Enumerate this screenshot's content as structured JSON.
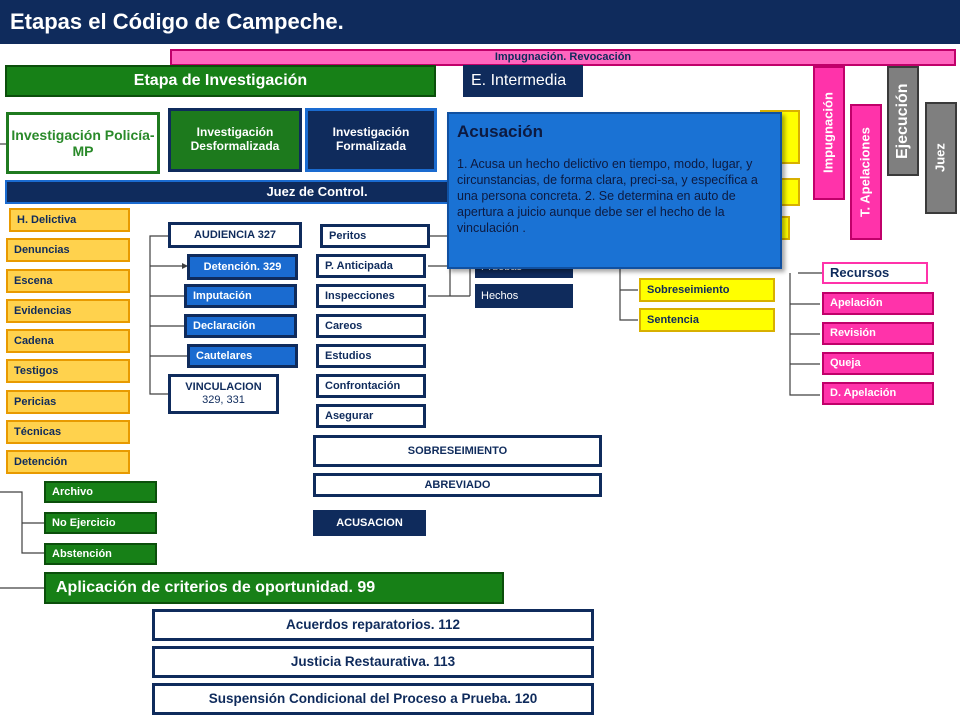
{
  "title": "Etapas el Código de Campeche.",
  "top_pink_bar": "Impugnación. Revocación",
  "stages": {
    "investigacion": "Etapa de Investigación",
    "intermedia": "E. Intermedia"
  },
  "investigation_boxes": {
    "policia": "Investigación Policía-MP",
    "desformalizada": "Investigación Desformalizada",
    "formalizada": "Investigación Formalizada"
  },
  "juez_control": "Juez de Control.",
  "left_column": [
    "H. Delictiva",
    "Denuncias",
    "Escena",
    "Evidencias",
    "Cadena",
    "Testigos",
    "Pericias",
    "Técnicas",
    "Detención"
  ],
  "audiencia": {
    "audiencia": "AUDIENCIA 327",
    "detencion": "Detención. 329",
    "imputacion": "Imputación",
    "declaracion": "Declaración",
    "cautelares": "Cautelares",
    "vinculacion_title": "VINCULACION",
    "vinculacion_arts": "329, 331"
  },
  "diligencias": [
    "Peritos",
    "P. Anticipada",
    "Inspecciones",
    "Careos",
    "Estudios",
    "Confrontación",
    "Asegurar"
  ],
  "outcomes": {
    "sobreseimiento": "SOBRESEIMIENTO",
    "abreviado": "ABREVIADO",
    "acusacion": "ACUSACION"
  },
  "intermedia_items": {
    "pruebas": "Pruebas",
    "hechos": "Hechos"
  },
  "juicio_items": {
    "sobreseimiento": "Sobreseimiento",
    "sentencia": "Sentencia"
  },
  "archivo_items": [
    "Archivo",
    "No Ejercicio",
    "Abstención"
  ],
  "criterios": "Aplicación de criterios de oportunidad. 99",
  "alternativas": [
    "Acuerdos reparatorios. 112",
    "Justicia Restaurativa. 113",
    "Suspensión Condicional del Proceso a Prueba. 120"
  ],
  "recursos": {
    "title": "Recursos",
    "items": [
      "Apelación",
      "Revisión",
      "Queja",
      "D. Apelación"
    ]
  },
  "vertical_labels": {
    "impugnacion": "Impugnación",
    "apelaciones": "T. Apelaciones",
    "ejecucion": "Ejecución",
    "juez": "Juez"
  },
  "popup": {
    "title": "Acusación",
    "text": "1. Acusa un hecho delictivo en tiempo, modo, lugar, y circunstancias, de forma clara, preci-sa, y específica a una persona concreta. 2. Se determina en auto de apertura a juicio aunque debe ser el hecho de la vinculación ."
  }
}
